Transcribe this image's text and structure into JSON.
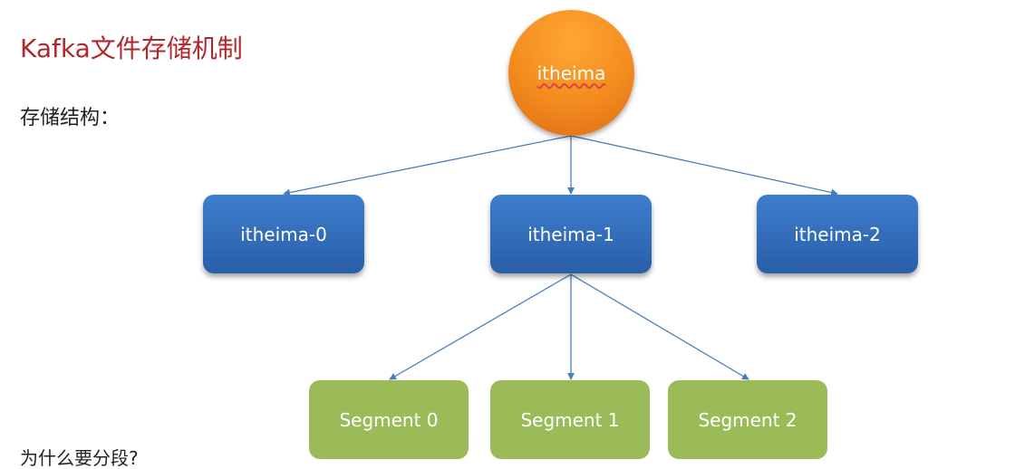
{
  "slide": {
    "title": "Kafka文件存储机制",
    "subtitle": "存储结构：",
    "cutoff_text": "为什么要分段?"
  },
  "diagram": {
    "root": {
      "label": "itheima"
    },
    "partitions": [
      {
        "label": "itheima-0"
      },
      {
        "label": "itheima-1"
      },
      {
        "label": "itheima-2"
      }
    ],
    "segments": [
      {
        "label": "Segment 0"
      },
      {
        "label": "Segment 1"
      },
      {
        "label": "Segment 2"
      }
    ],
    "colors": {
      "title": "#b0282c",
      "root": "#f38b1e",
      "partition": "#2f6db8",
      "segment": "#9bbb59",
      "connector": "#4a7ebb"
    }
  }
}
